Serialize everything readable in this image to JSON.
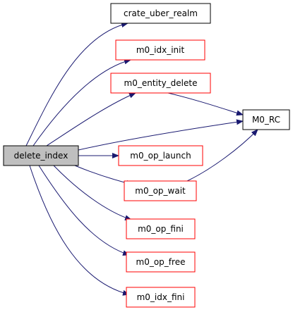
{
  "diagram": {
    "type": "call-graph",
    "colors": {
      "edge": "#191970",
      "root_fill": "#bfbfbf",
      "root_stroke": "#000000",
      "node_fill": "#ffffff",
      "plain_stroke": "#000000",
      "truncated_stroke": "#ff0000"
    },
    "nodes": {
      "delete_index": {
        "label": "delete_index",
        "style": "root"
      },
      "crate_uber_realm": {
        "label": "crate_uber_realm",
        "style": "plain"
      },
      "m0_idx_init": {
        "label": "m0_idx_init",
        "style": "truncated"
      },
      "m0_entity_delete": {
        "label": "m0_entity_delete",
        "style": "truncated"
      },
      "m0_rc": {
        "label": "M0_RC",
        "style": "plain"
      },
      "m0_op_launch": {
        "label": "m0_op_launch",
        "style": "truncated"
      },
      "m0_op_wait": {
        "label": "m0_op_wait",
        "style": "truncated"
      },
      "m0_op_fini": {
        "label": "m0_op_fini",
        "style": "truncated"
      },
      "m0_op_free": {
        "label": "m0_op_free",
        "style": "truncated"
      },
      "m0_idx_fini": {
        "label": "m0_idx_fini",
        "style": "truncated"
      }
    },
    "edges": [
      {
        "from": "delete_index",
        "to": "crate_uber_realm"
      },
      {
        "from": "delete_index",
        "to": "m0_idx_init"
      },
      {
        "from": "delete_index",
        "to": "m0_entity_delete"
      },
      {
        "from": "delete_index",
        "to": "m0_rc"
      },
      {
        "from": "delete_index",
        "to": "m0_op_launch"
      },
      {
        "from": "delete_index",
        "to": "m0_op_wait"
      },
      {
        "from": "delete_index",
        "to": "m0_op_fini"
      },
      {
        "from": "delete_index",
        "to": "m0_op_free"
      },
      {
        "from": "delete_index",
        "to": "m0_idx_fini"
      },
      {
        "from": "m0_entity_delete",
        "to": "m0_rc"
      },
      {
        "from": "m0_op_wait",
        "to": "m0_rc"
      }
    ]
  }
}
